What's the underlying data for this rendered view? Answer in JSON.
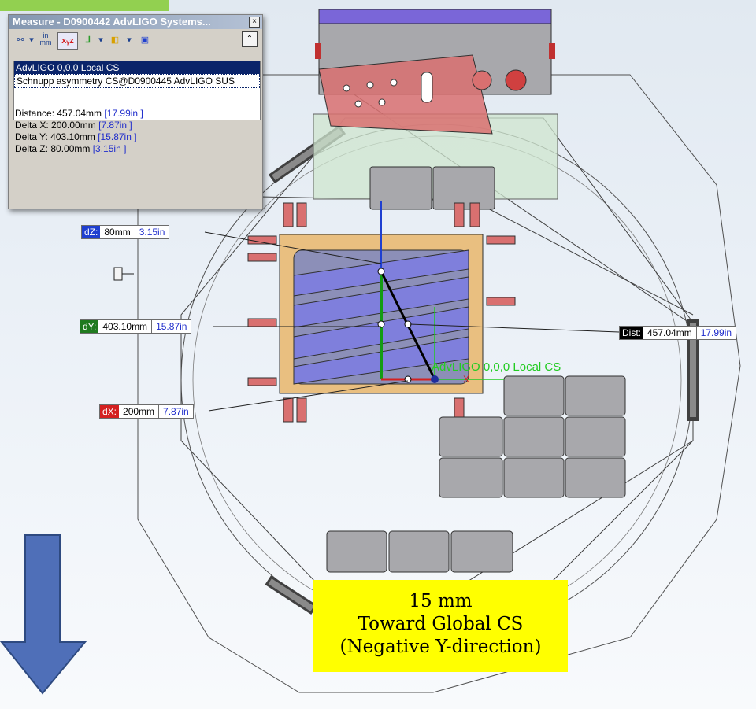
{
  "measure_window": {
    "title": "Measure - D0900442 AdvLIGO Systems...",
    "close_label": "×",
    "toolbar": {
      "units_label": "in\nmm",
      "dropdown_glyph": "▾",
      "collapse_glyph": "⌃"
    },
    "selections": [
      "AdvLIGO 0,0,0 Local CS",
      "Schnupp asymmetry CS@D0900445 AdvLIGO SUS"
    ],
    "results": {
      "distance_label": "Distance: 457.04mm",
      "distance_in": "[17.99in ]",
      "dx_label": "Delta X: 200.00mm",
      "dx_in": "[7.87in ]",
      "dy_label": "Delta Y: 403.10mm",
      "dy_in": "[15.87in ]",
      "dz_label": "Delta Z: 80.00mm",
      "dz_in": "[3.15in ]"
    }
  },
  "labels": {
    "dz": {
      "tag": "dZ:",
      "mm": "80mm",
      "in": "3.15in",
      "color": "#1f3fd0"
    },
    "dy": {
      "tag": "dY:",
      "mm": "403.10mm",
      "in": "15.87in",
      "color": "#1f7a1f"
    },
    "dx": {
      "tag": "dX:",
      "mm": "200mm",
      "in": "7.87in",
      "color": "#d42020"
    },
    "dist": {
      "tag": "Dist:",
      "mm": "457.04mm",
      "in": "17.99in",
      "color": "#000000"
    }
  },
  "local_cs_label": "AdvLIGO 0,0,0 Local CS",
  "axis_x_letter": "X",
  "callout": {
    "line1": "15 mm",
    "line2": "Toward Global CS",
    "line3": "(Negative Y-direction)"
  },
  "colors": {
    "accent": "#92d050",
    "callout_bg": "#ffff00",
    "arrow_fill": "#4f6fb8",
    "frame_orange": "#e9bf80",
    "table_blue": "#7f7fdc",
    "plate_red": "#d97070",
    "block_grey": "#a8a8ac"
  }
}
